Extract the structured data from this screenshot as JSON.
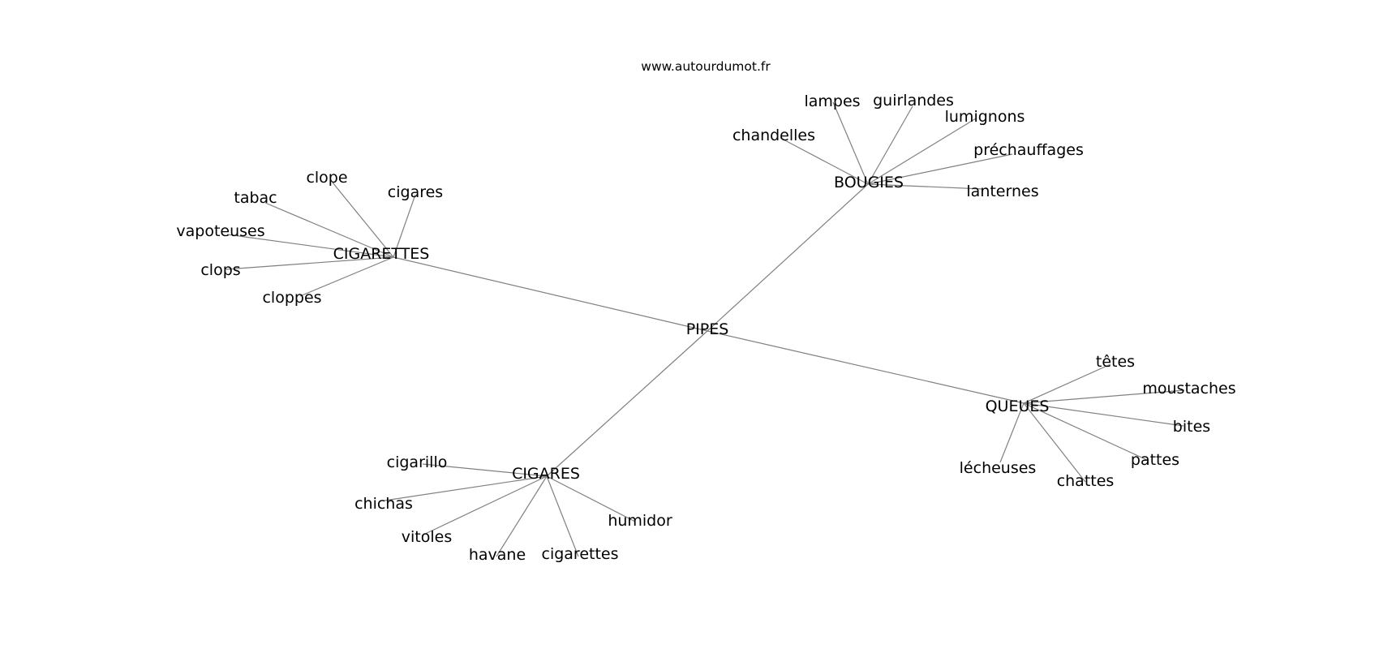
{
  "site": "www.autourdumot.fr",
  "graph": {
    "center": "PIPES",
    "clusters": [
      {
        "hub": "CIGARETTES",
        "leaves": [
          "clope",
          "cigares",
          "tabac",
          "vapoteuses",
          "clops",
          "cloppes"
        ]
      },
      {
        "hub": "BOUGIES",
        "leaves": [
          "lampes",
          "guirlandes",
          "lumignons",
          "chandelles",
          "préchauffages",
          "lanternes"
        ]
      },
      {
        "hub": "QUEUES",
        "leaves": [
          "têtes",
          "moustaches",
          "bites",
          "pattes",
          "chattes",
          "lécheuses"
        ]
      },
      {
        "hub": "CIGARES",
        "leaves": [
          "cigarillo",
          "chichas",
          "vitoles",
          "havane",
          "cigarettes",
          "humidor"
        ]
      }
    ]
  }
}
